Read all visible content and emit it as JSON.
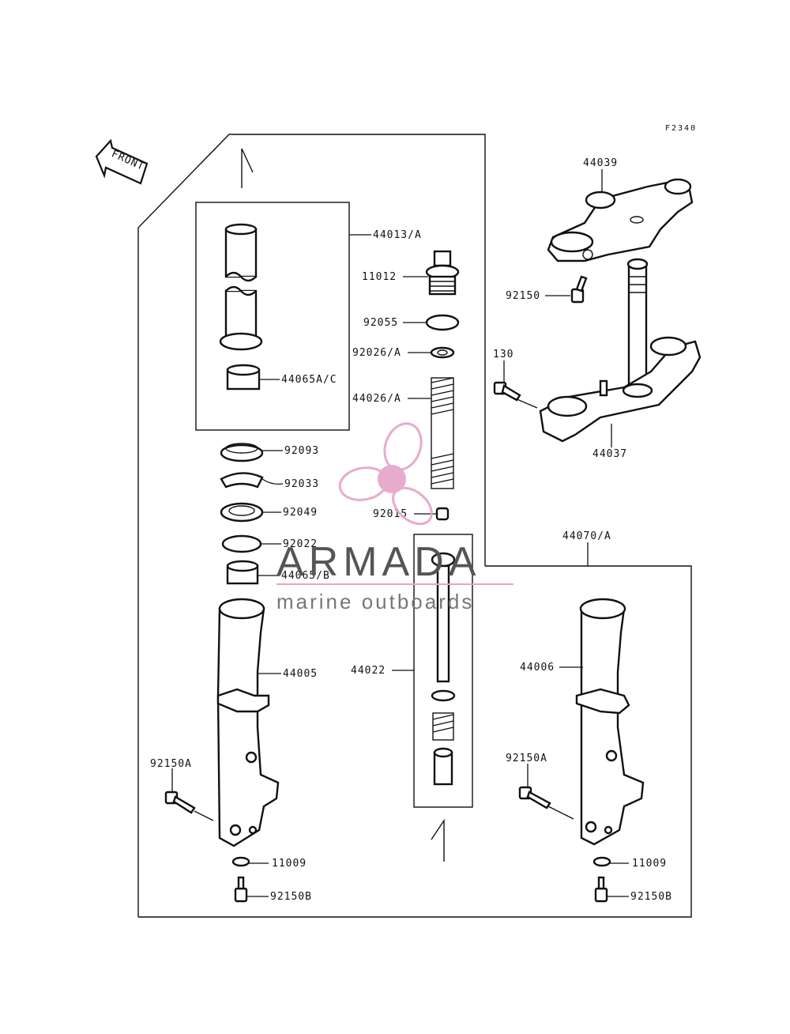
{
  "figure_code": "F2340",
  "front_label": "FRONT",
  "parts": {
    "p44039": "44039",
    "p92150": "92150",
    "p130": "130",
    "p44037": "44037",
    "p44013": "44013/A",
    "p11012": "11012",
    "p92055": "92055",
    "p92026": "92026/A",
    "p44026": "44026/A",
    "p44065ac": "44065A/C",
    "p92093": "92093",
    "p92033": "92033",
    "p92049": "92049",
    "p92015": "92015",
    "p92022": "92022",
    "p44065b": "44065/B",
    "p44070": "44070/A",
    "p44005": "44005",
    "p44022": "44022",
    "p44006": "44006",
    "p92150a_left": "92150A",
    "p92150a_right": "92150A",
    "p11009_left": "11009",
    "p11009_right": "11009",
    "p92150b_left": "92150B",
    "p92150b_right": "92150B"
  },
  "watermark": {
    "brand": "ARMADA",
    "tagline": "marine outboards",
    "brand_color": "#555555",
    "tagline_color": "#777777",
    "logo_color": "#e5a3c8",
    "underline_color": "#e5a3c8"
  }
}
